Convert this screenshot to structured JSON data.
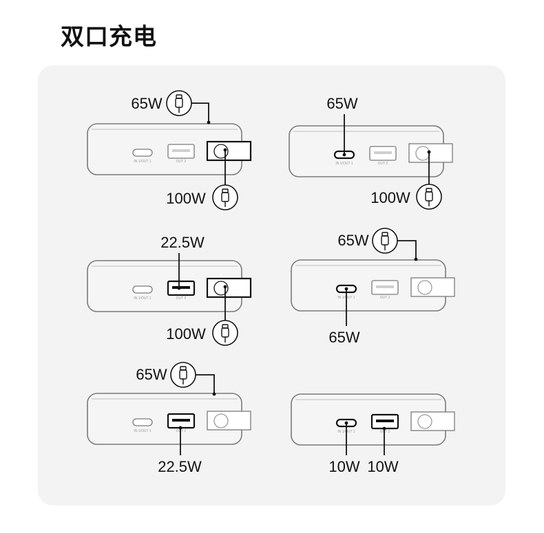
{
  "title": "双口充电",
  "colors": {
    "background": "#ffffff",
    "panel": "#f2f3f2",
    "outline": "#7a7a7a",
    "active": "#111111"
  },
  "port_labels": {
    "usb_c": "IN 1/OUT 1",
    "usb_a": "OUT 2"
  },
  "scenarios": [
    {
      "name": "scenario-1",
      "device_top_label": "65W",
      "usb_c_label": "",
      "usb_a_label": "",
      "device_bottom_label": "100W"
    },
    {
      "name": "scenario-2",
      "usb_c_label": "65W",
      "device_bottom_label": "100W"
    },
    {
      "name": "scenario-3",
      "usb_a_label": "22.5W",
      "device_bottom_label": "100W"
    },
    {
      "name": "scenario-4",
      "device_top_label": "65W",
      "usb_c_label": "65W"
    },
    {
      "name": "scenario-5",
      "device_top_label": "65W",
      "usb_a_label": "22.5W"
    },
    {
      "name": "scenario-6",
      "usb_c_label": "10W",
      "usb_a_label": "10W"
    }
  ]
}
